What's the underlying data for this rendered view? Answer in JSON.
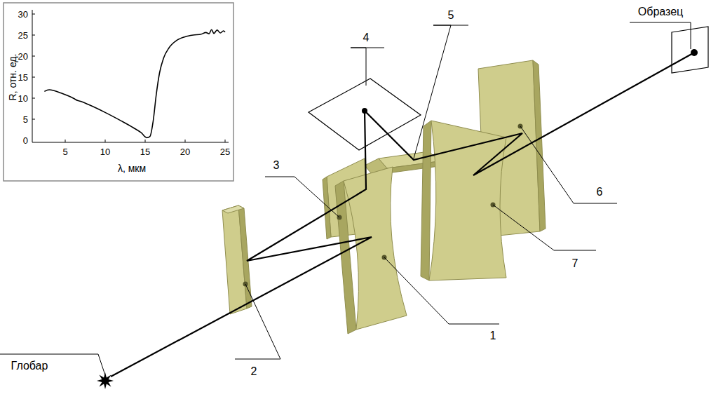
{
  "diagram": {
    "labels": [
      "Образец",
      "5",
      "4",
      "6",
      "3",
      "7",
      "1",
      "2",
      "Глобар",
      "R, отн. ед.",
      "30",
      "25",
      "20",
      "15",
      "10",
      "5",
      "0",
      "5",
      "10",
      "15",
      "20",
      "25",
      "λ, мкм"
    ]
  }
}
